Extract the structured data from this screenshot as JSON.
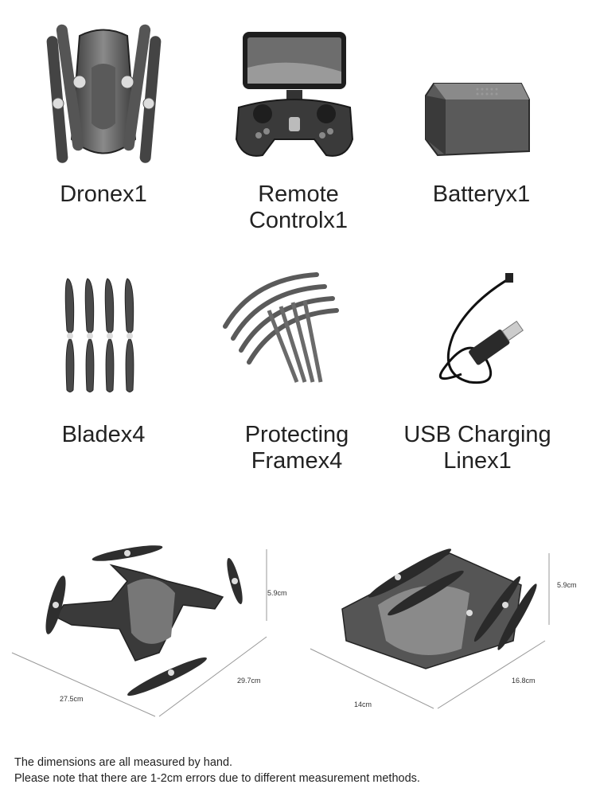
{
  "items": [
    {
      "line1": "Dronex1",
      "line2": ""
    },
    {
      "line1": "Remote",
      "line2": "Controlx1"
    },
    {
      "line1": "Batteryx1",
      "line2": ""
    },
    {
      "line1": "Bladex4",
      "line2": ""
    },
    {
      "line1": "Protecting",
      "line2": "Framex4"
    },
    {
      "line1": "USB Charging",
      "line2": "Linex1"
    }
  ],
  "dimensions": {
    "unfolded": {
      "height": "5.9cm",
      "length": "29.7cm",
      "width": "27.5cm"
    },
    "folded": {
      "height": "5.9cm",
      "length": "16.8cm",
      "width": "14cm"
    }
  },
  "notes": {
    "line1": "The dimensions are all measured by hand.",
    "line2": "Please note that there are 1-2cm errors due to different measurement methods."
  }
}
